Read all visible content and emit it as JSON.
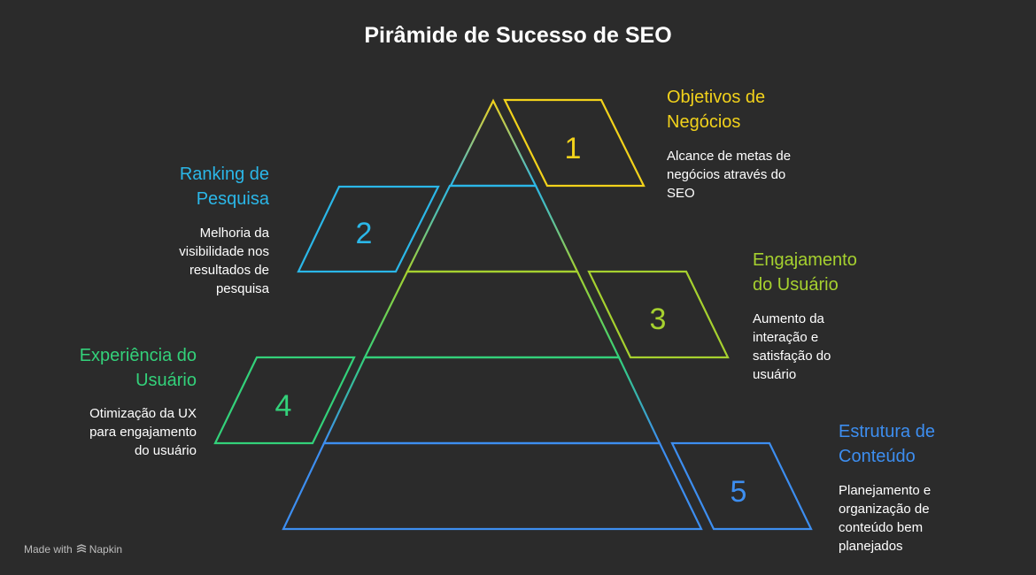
{
  "title": "Pirâmide de Sucesso de SEO",
  "levels": [
    {
      "number": "1",
      "title": "Objetivos de Negócios",
      "title_lines": [
        "Objetivos de",
        "Negócios"
      ],
      "desc_lines": [
        "Alcance de metas de",
        "negócios através do",
        "SEO"
      ],
      "color": "#f2d21b"
    },
    {
      "number": "2",
      "title": "Ranking de Pesquisa",
      "title_lines": [
        "Ranking de",
        "Pesquisa"
      ],
      "desc_lines": [
        "Melhoria da",
        "visibilidade nos",
        "resultados de",
        "pesquisa"
      ],
      "color": "#2bb7e8"
    },
    {
      "number": "3",
      "title": "Engajamento do Usuário",
      "title_lines": [
        "Engajamento",
        "do Usuário"
      ],
      "desc_lines": [
        "Aumento da",
        "interação e",
        "satisfação do",
        "usuário"
      ],
      "color": "#a6d12f"
    },
    {
      "number": "4",
      "title": "Experiência do Usuário",
      "title_lines": [
        "Experiência do",
        "Usuário"
      ],
      "desc_lines": [
        "Otimização da UX",
        "para engajamento",
        "do usuário"
      ],
      "color": "#33d17a"
    },
    {
      "number": "5",
      "title": "Estrutura de Conteúdo",
      "title_lines": [
        "Estrutura de",
        "Conteúdo"
      ],
      "desc_lines": [
        "Planejamento e",
        "organização de",
        "conteúdo bem",
        "planejados"
      ],
      "color": "#3d8ef0"
    }
  ],
  "footer": {
    "made_with": "Made with",
    "brand": "Napkin",
    "icon": "napkin-logo-icon"
  }
}
